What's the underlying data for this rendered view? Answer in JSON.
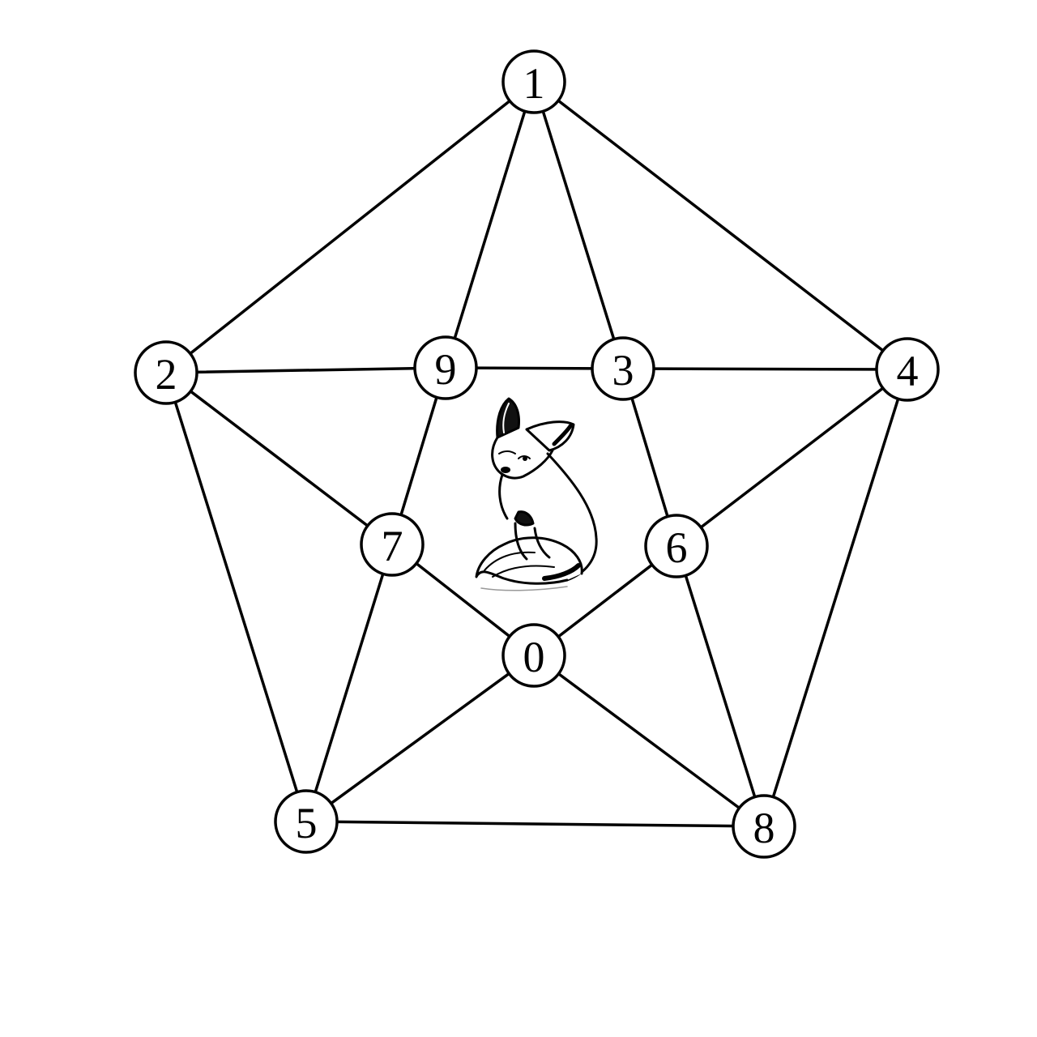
{
  "graph": {
    "nodes": [
      {
        "id": "1",
        "label": "1"
      },
      {
        "id": "2",
        "label": "2"
      },
      {
        "id": "9",
        "label": "9"
      },
      {
        "id": "3",
        "label": "3"
      },
      {
        "id": "4",
        "label": "4"
      },
      {
        "id": "7",
        "label": "7"
      },
      {
        "id": "6",
        "label": "6"
      },
      {
        "id": "0",
        "label": "0"
      },
      {
        "id": "5",
        "label": "5"
      },
      {
        "id": "8",
        "label": "8"
      }
    ],
    "edges": [
      [
        "1",
        "2"
      ],
      [
        "1",
        "4"
      ],
      [
        "1",
        "9"
      ],
      [
        "1",
        "3"
      ],
      [
        "2",
        "9"
      ],
      [
        "9",
        "3"
      ],
      [
        "3",
        "4"
      ],
      [
        "2",
        "7"
      ],
      [
        "2",
        "5"
      ],
      [
        "9",
        "7"
      ],
      [
        "3",
        "6"
      ],
      [
        "4",
        "6"
      ],
      [
        "4",
        "8"
      ],
      [
        "7",
        "0"
      ],
      [
        "7",
        "5"
      ],
      [
        "6",
        "0"
      ],
      [
        "6",
        "8"
      ],
      [
        "0",
        "5"
      ],
      [
        "0",
        "8"
      ],
      [
        "5",
        "8"
      ]
    ]
  },
  "illustration": {
    "icon": "fox-icon",
    "stroke_color": "#000000",
    "fill_color": "#ffffff"
  }
}
